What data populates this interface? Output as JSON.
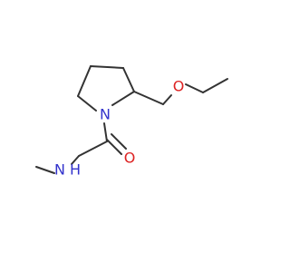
{
  "molecule": {
    "atoms": {
      "ring_nitrogen": "N",
      "ether_oxygen": "O",
      "carbonyl_oxygen": "O",
      "amine_nitrogen": "N",
      "amine_hydrogen": "H"
    }
  },
  "colors": {
    "bond": "#333333",
    "nitrogen": "#3333cc",
    "oxygen": "#dd2222"
  }
}
